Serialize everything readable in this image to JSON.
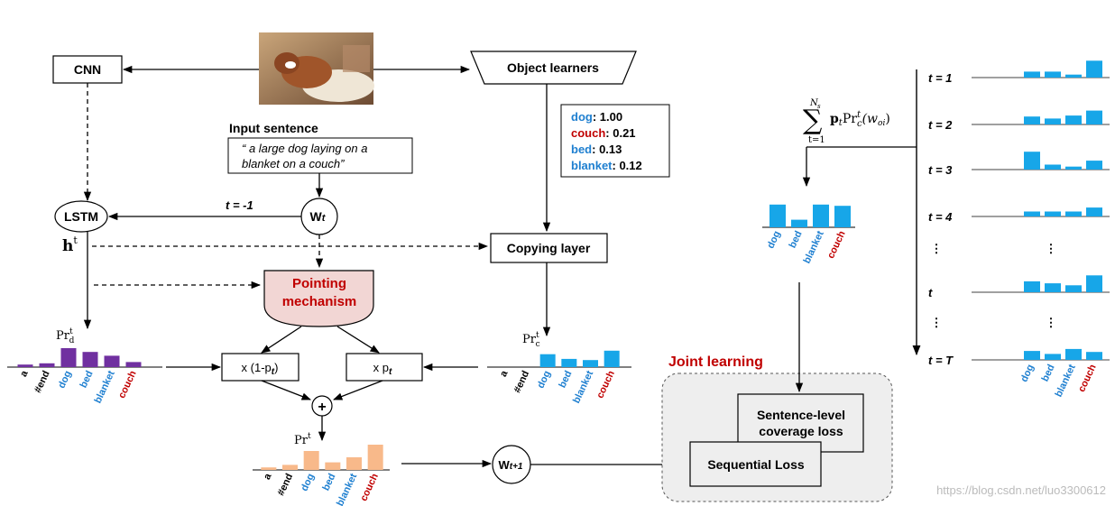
{
  "labels": {
    "cnn": "CNN",
    "object_learners": "Object learners",
    "input_sentence_title": "Input sentence",
    "input_sentence_line1": "“ a large dog laying on a",
    "input_sentence_line2": "blanket on a couch”",
    "lstm": "LSTM",
    "wt_main": "W",
    "wt_sub": "t",
    "t_minus1": "t = -1",
    "ht": "h",
    "ht_sup": "t",
    "copying_layer": "Copying layer",
    "pointing_line1": "Pointing",
    "pointing_line2": "mechanism",
    "one_minus_p": "x (1-p",
    "one_minus_p_sub": "t",
    "one_minus_p_close": ")",
    "x_p": "x p",
    "x_p_sub": "t",
    "plus": "+",
    "wt1_main": "W",
    "wt1_sub": "t+1",
    "joint_learning": "Joint learning",
    "sentence_cov_line1": "Sentence-level",
    "sentence_cov_line2": "coverage loss",
    "sequential_loss": "Sequential  Loss",
    "prd": "Pr",
    "prd_sup": "t",
    "prd_sub": "d",
    "prc": "Pr",
    "prc_sup": "t",
    "prc_sub": "c",
    "pr": "Pr",
    "pr_sup": "t",
    "sum_formula": "∑ pₜ Prᶜᵗ (wₒᵢ)",
    "sum_top": "N",
    "sum_top_sub": "s",
    "sum_bottom": "t=1",
    "watermark": "https://blog.csdn.net/luo3300612"
  },
  "object_scores": [
    {
      "word": "dog",
      "score": "1.00",
      "color": "#1e7fd0"
    },
    {
      "word": "couch",
      "score": "0.21",
      "color": "#c00000"
    },
    {
      "word": "bed",
      "score": "0.13",
      "color": "#1e7fd0"
    },
    {
      "word": "blanket",
      "score": "0.12",
      "color": "#1e7fd0"
    }
  ],
  "vocab_full": [
    {
      "word": "a",
      "color": "#000000"
    },
    {
      "word": "#end",
      "color": "#000000"
    },
    {
      "word": "dog",
      "color": "#1e7fd0"
    },
    {
      "word": "bed",
      "color": "#1e7fd0"
    },
    {
      "word": "blanket",
      "color": "#1e7fd0"
    },
    {
      "word": "couch",
      "color": "#c00000"
    }
  ],
  "vocab_objects": [
    {
      "word": "dog",
      "color": "#1e7fd0"
    },
    {
      "word": "bed",
      "color": "#1e7fd0"
    },
    {
      "word": "blanket",
      "color": "#1e7fd0"
    },
    {
      "word": "couch",
      "color": "#c00000"
    }
  ],
  "timesteps": [
    {
      "label": "t = 1",
      "bars": [
        0.3,
        0.3,
        0.15,
        0.85
      ]
    },
    {
      "label": "t = 2",
      "bars": [
        0.4,
        0.3,
        0.45,
        0.7
      ]
    },
    {
      "label": "t = 3",
      "bars": [
        0.9,
        0.25,
        0.15,
        0.45
      ]
    },
    {
      "label": "t = 4",
      "bars": [
        0.25,
        0.25,
        0.25,
        0.45
      ]
    },
    {
      "label": "⋮",
      "bars": null
    },
    {
      "label": "t",
      "bars": [
        0.55,
        0.45,
        0.35,
        0.85
      ]
    },
    {
      "label": "⋮",
      "bars": null
    },
    {
      "label": "t = T",
      "bars": [
        0.45,
        0.3,
        0.55,
        0.4
      ]
    }
  ],
  "colors": {
    "purple": "#7030a0",
    "blue": "#17a6e8",
    "orange": "#f8b98a",
    "pointing_fill": "#f2d6d4",
    "red_text": "#c00000",
    "word_blue": "#1e7fd0",
    "joint_bg": "#eeeeee"
  },
  "chart_data": [
    {
      "name": "Pr_d^t",
      "type": "bar",
      "categories": [
        "a",
        "#end",
        "dog",
        "bed",
        "blanket",
        "couch"
      ],
      "values": [
        0.1,
        0.15,
        0.75,
        0.6,
        0.45,
        0.2
      ]
    },
    {
      "name": "Pr_c^t",
      "type": "bar",
      "categories": [
        "a",
        "#end",
        "dog",
        "bed",
        "blanket",
        "couch"
      ],
      "values": [
        0,
        0,
        0.55,
        0.35,
        0.3,
        0.7
      ]
    },
    {
      "name": "Pr^t",
      "type": "bar",
      "categories": [
        "a",
        "#end",
        "dog",
        "bed",
        "blanket",
        "couch"
      ],
      "values": [
        0.1,
        0.2,
        0.75,
        0.3,
        0.5,
        1.0
      ]
    },
    {
      "name": "sum",
      "type": "bar",
      "categories": [
        "dog",
        "bed",
        "blanket",
        "couch"
      ],
      "values": [
        0.9,
        0.3,
        0.9,
        0.85
      ]
    }
  ]
}
